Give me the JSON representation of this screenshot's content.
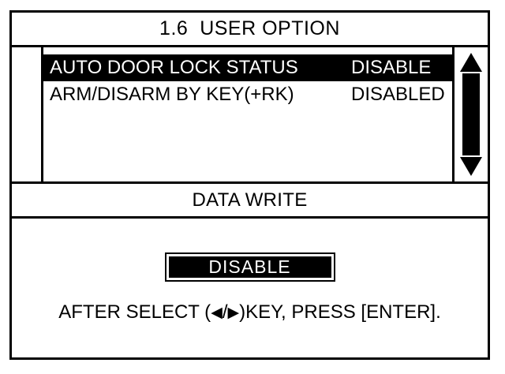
{
  "screen": {
    "title": "1.6  USER OPTION",
    "list": {
      "rows": [
        {
          "label": "AUTO DOOR LOCK STATUS",
          "value": "DISABLE",
          "selected": true
        },
        {
          "label": "ARM/DISARM BY KEY(+RK)",
          "value": "DISABLED",
          "selected": false
        }
      ],
      "scrollbar": {
        "up_icon": "triangle-up-icon",
        "down_icon": "triangle-down-icon"
      }
    },
    "status_bar": {
      "label": "DATA WRITE"
    },
    "editor": {
      "selected_value": "DISABLE",
      "hint_prefix": "AFTER SELECT (",
      "hint_left_arrow": "◀",
      "hint_separator": "/",
      "hint_right_arrow": "▶",
      "hint_suffix": ")KEY, PRESS [ENTER]."
    },
    "colors": {
      "background": "#ffffff",
      "foreground": "#000000",
      "highlight_bg": "#000000",
      "highlight_fg": "#ffffff"
    }
  }
}
